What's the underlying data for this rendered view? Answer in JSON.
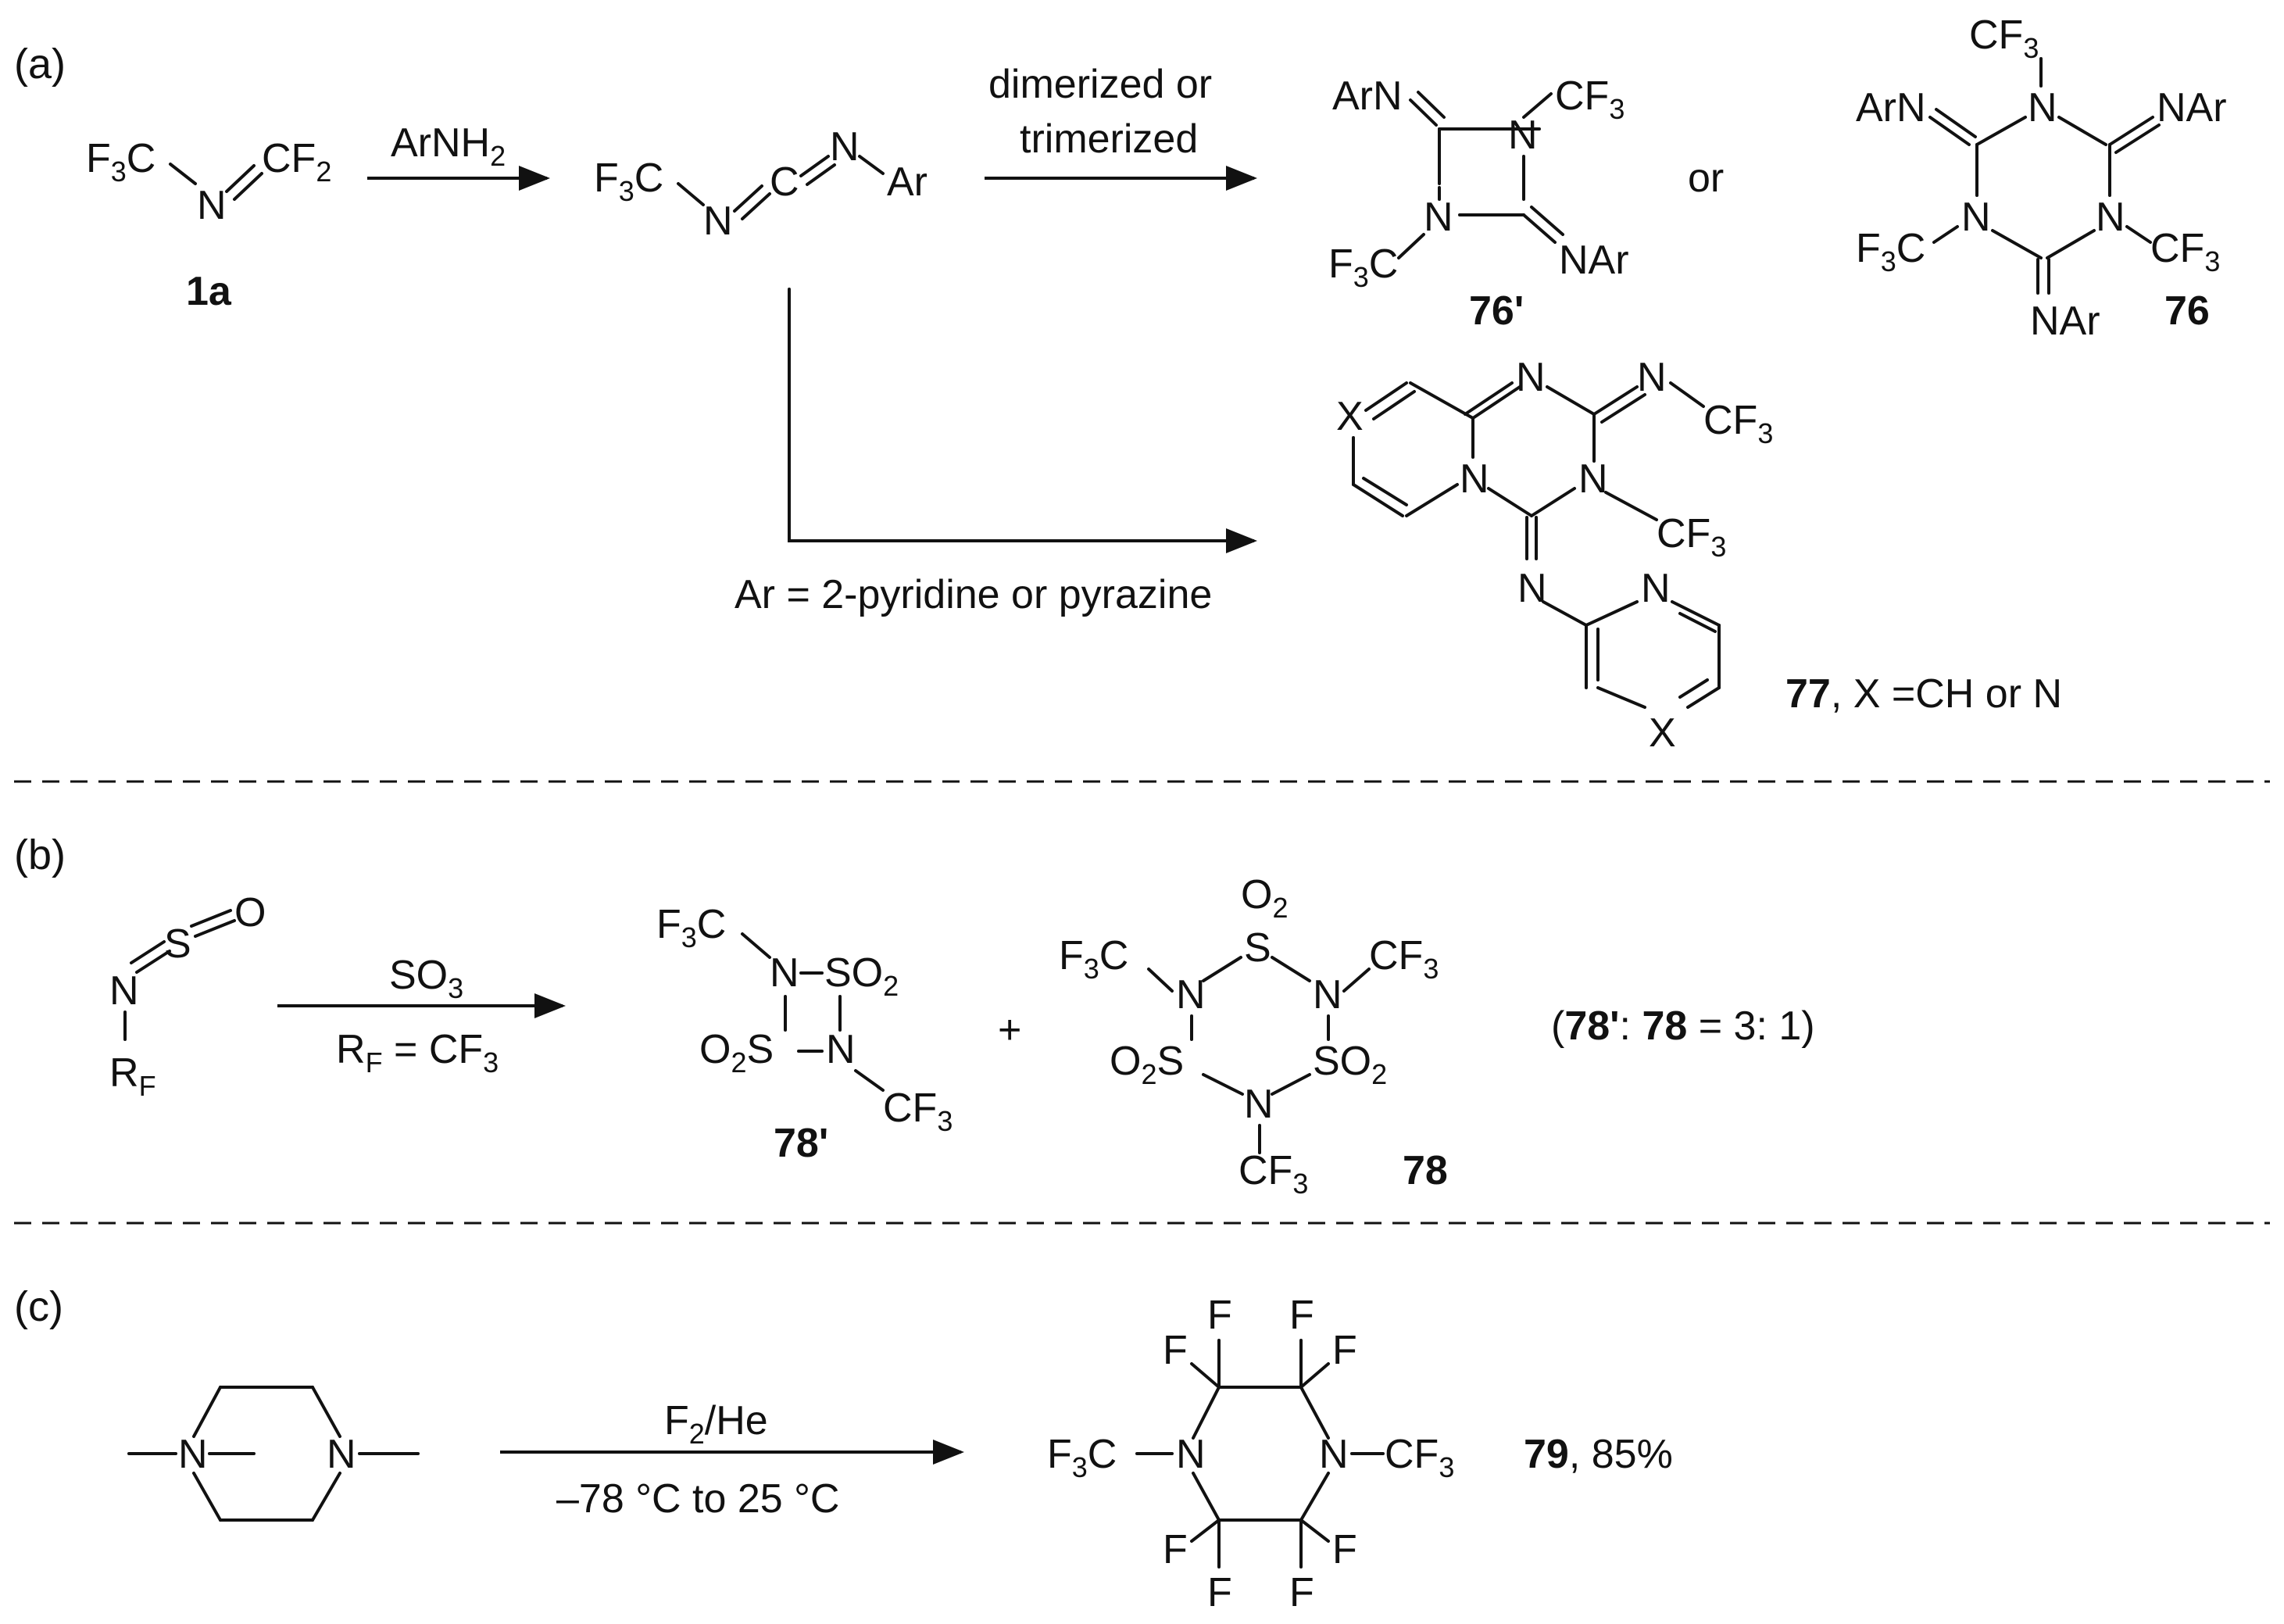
{
  "sections": [
    {
      "label": "(a)"
    },
    {
      "label": "(b)"
    },
    {
      "label": "(c)"
    }
  ],
  "a": {
    "start_compound_label": "1a",
    "reagent": "ArNH",
    "reagent_sub": "2",
    "carbodiimide": "F₃C–N=C=N–Ar",
    "condition_line1": "dimerized or",
    "condition_line2": "trimerized",
    "or_text": "or",
    "dimer_label": "76'",
    "trimer_label": "76",
    "ar_condition": "Ar = 2-pyridine or pyrazine",
    "product_77_label": "77",
    "product_77_note": ", X  =CH or N"
  },
  "b": {
    "reagent": "SO",
    "reagent_sub": "3",
    "condition": "R",
    "condition_sub": "F",
    "condition_rest": " = CF",
    "condition_rest_sub": "3",
    "plus": "+",
    "dimer_label": "78'",
    "trimer_label": "78",
    "ratio_open": "(",
    "ratio_a": "78'",
    "ratio_mid": ": ",
    "ratio_b": "78",
    "ratio_close": " = 3: 1)"
  },
  "c": {
    "reagent": "F",
    "reagent_sub": "2",
    "reagent_rest": "/He",
    "condition": "–78 °C to 25 °C",
    "product_label": "79",
    "product_yield": ", 85%"
  }
}
